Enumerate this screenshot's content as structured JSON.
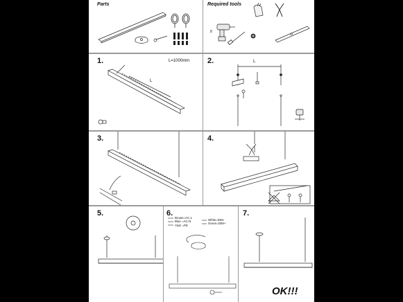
{
  "header": {
    "parts_label": "Parts",
    "tools_label": "Required tools"
  },
  "steps": [
    {
      "number": "1.",
      "length_label": "L=1000mm",
      "dim_label": "L"
    },
    {
      "number": "2.",
      "dim_label": "L"
    },
    {
      "number": "3."
    },
    {
      "number": "4."
    },
    {
      "number": "5."
    },
    {
      "number": "6.",
      "wires_left": [
        "Brown=AC-L",
        "Blue =AC-N",
        "Y&G =PE"
      ],
      "wires_right": [
        "White=DIM-",
        "Green=DIM+"
      ]
    },
    {
      "number": "7."
    }
  ],
  "finish_label": "OK!!!",
  "icons": [
    "light-bar-icon",
    "cable-coil-icon",
    "ceiling-canopy-icon",
    "mounting-clip-icon",
    "wall-plug-icon",
    "drill-icon",
    "gloves-icon",
    "pliers-icon",
    "screwdriver-icon",
    "level-icon"
  ],
  "colors": {
    "background": "#000000",
    "sheet": "#ffffff",
    "line": "#222222",
    "panel_border": "#9a9a9a"
  }
}
